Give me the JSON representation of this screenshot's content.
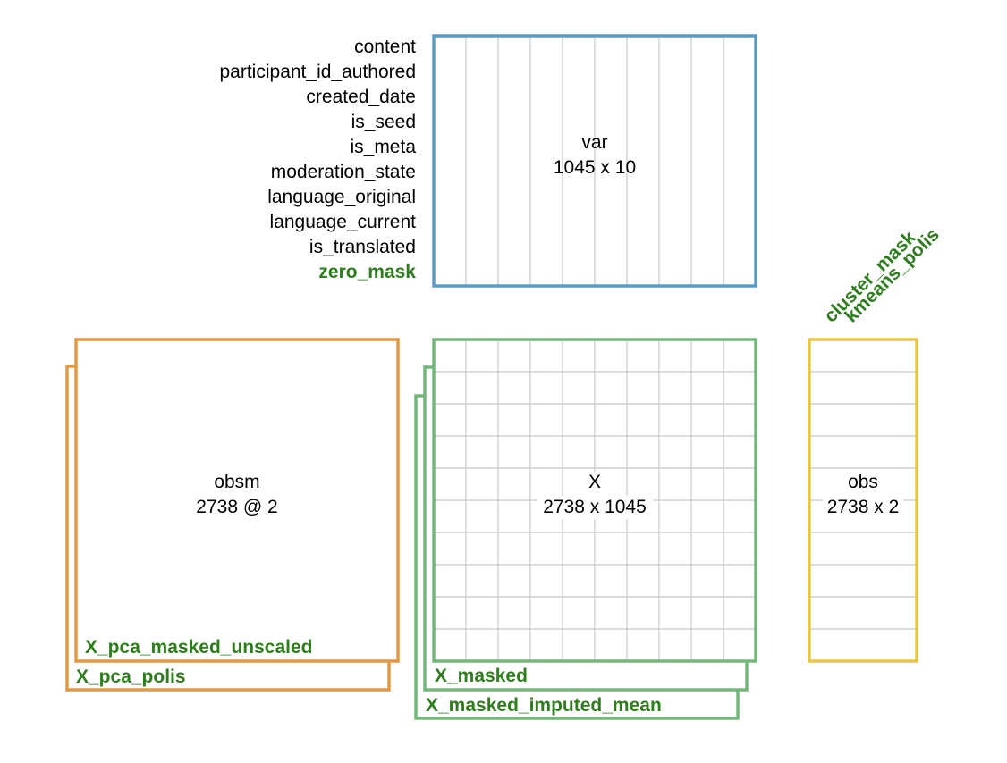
{
  "var": {
    "name": "var",
    "shape": "1045 x 10",
    "columns": [
      "content",
      "participant_id_authored",
      "created_date",
      "is_seed",
      "is_meta",
      "moderation_state",
      "language_original",
      "language_current",
      "is_translated"
    ],
    "extra_column": "zero_mask"
  },
  "obsm": {
    "name": "obsm",
    "shape": "2738 @ 2",
    "layers": [
      "X_pca_masked_unscaled",
      "X_pca_polis"
    ]
  },
  "X": {
    "name": "X",
    "shape": "2738 x 1045",
    "layers": [
      "X_masked",
      "X_masked_imputed_mean"
    ]
  },
  "obs": {
    "name": "obs",
    "shape": "2738 x 2",
    "columns": [
      "cluster_mask",
      "kmeans_polis"
    ]
  },
  "colors": {
    "var": "#5b9cc4",
    "obsm": "#e09a45",
    "X": "#72b77b",
    "obs": "#e8c64e",
    "annotation": "#2f7d1e"
  }
}
